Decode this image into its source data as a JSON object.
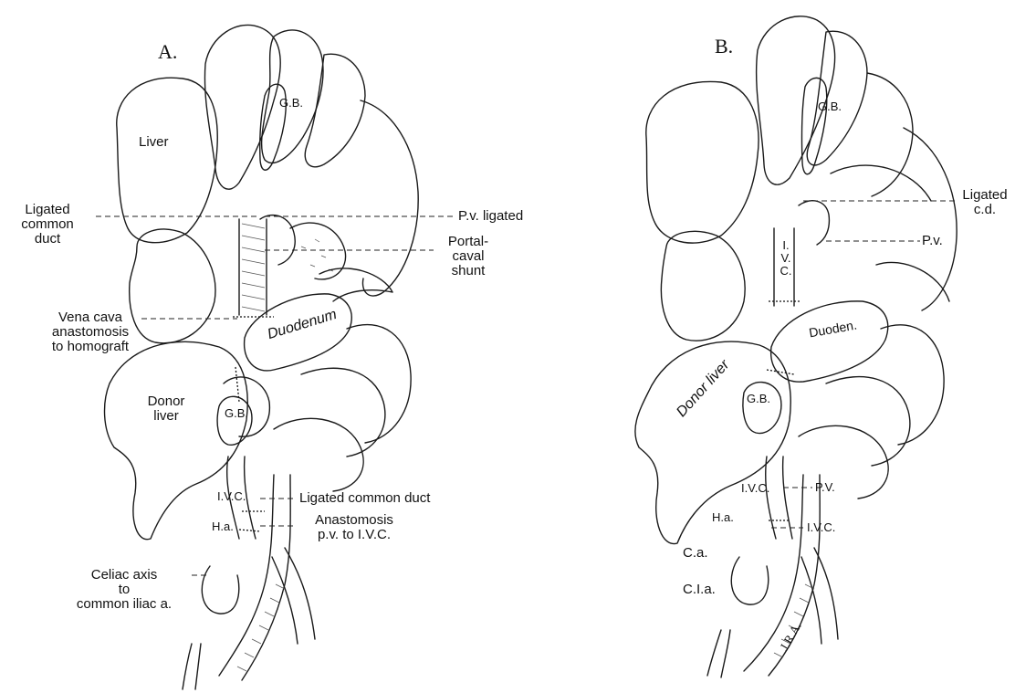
{
  "panels": [
    {
      "letter": "A.",
      "labels": {
        "liver": "Liver",
        "gb_top": "G.B.",
        "ligated_common_duct": [
          "Ligated",
          "common",
          "duct"
        ],
        "pv_ligated": "P.v. ligated",
        "portal_caval_shunt": [
          "Portal-",
          "caval",
          "shunt"
        ],
        "vena_cava": [
          "Vena cava",
          "anastomosis",
          "to homograft"
        ],
        "duodenum": "Duodenum",
        "donor_liver": [
          "Donor",
          "liver"
        ],
        "gb_lower": "G.B.",
        "ligated_common_duct_lower": "Ligated common duct",
        "ivc": "I.V.C.",
        "ha": "H.a.",
        "anastomosis_pv": [
          "Anastomosis",
          "p.v. to I.V.C."
        ],
        "celiac_axis": [
          "Celiac axis",
          "to",
          "common iliac a."
        ]
      }
    },
    {
      "letter": "B.",
      "labels": {
        "gb_top": "G.B.",
        "ligated_cd": [
          "Ligated",
          "c.d."
        ],
        "pv_upper": "P.v.",
        "ivc_vertical": [
          "I.",
          "V.",
          "C."
        ],
        "duoden": "Duoden.",
        "donor_liver": "Donor liver",
        "gb_lower": "G.B.",
        "pv_lower": "P.V.",
        "ivc_left": "I.V.C.",
        "ha": "H.a.",
        "ivc_right": "I.V.C.",
        "ca": "C.a.",
        "cia": "C.I.a.",
        "signature": "J.R.A."
      }
    }
  ]
}
